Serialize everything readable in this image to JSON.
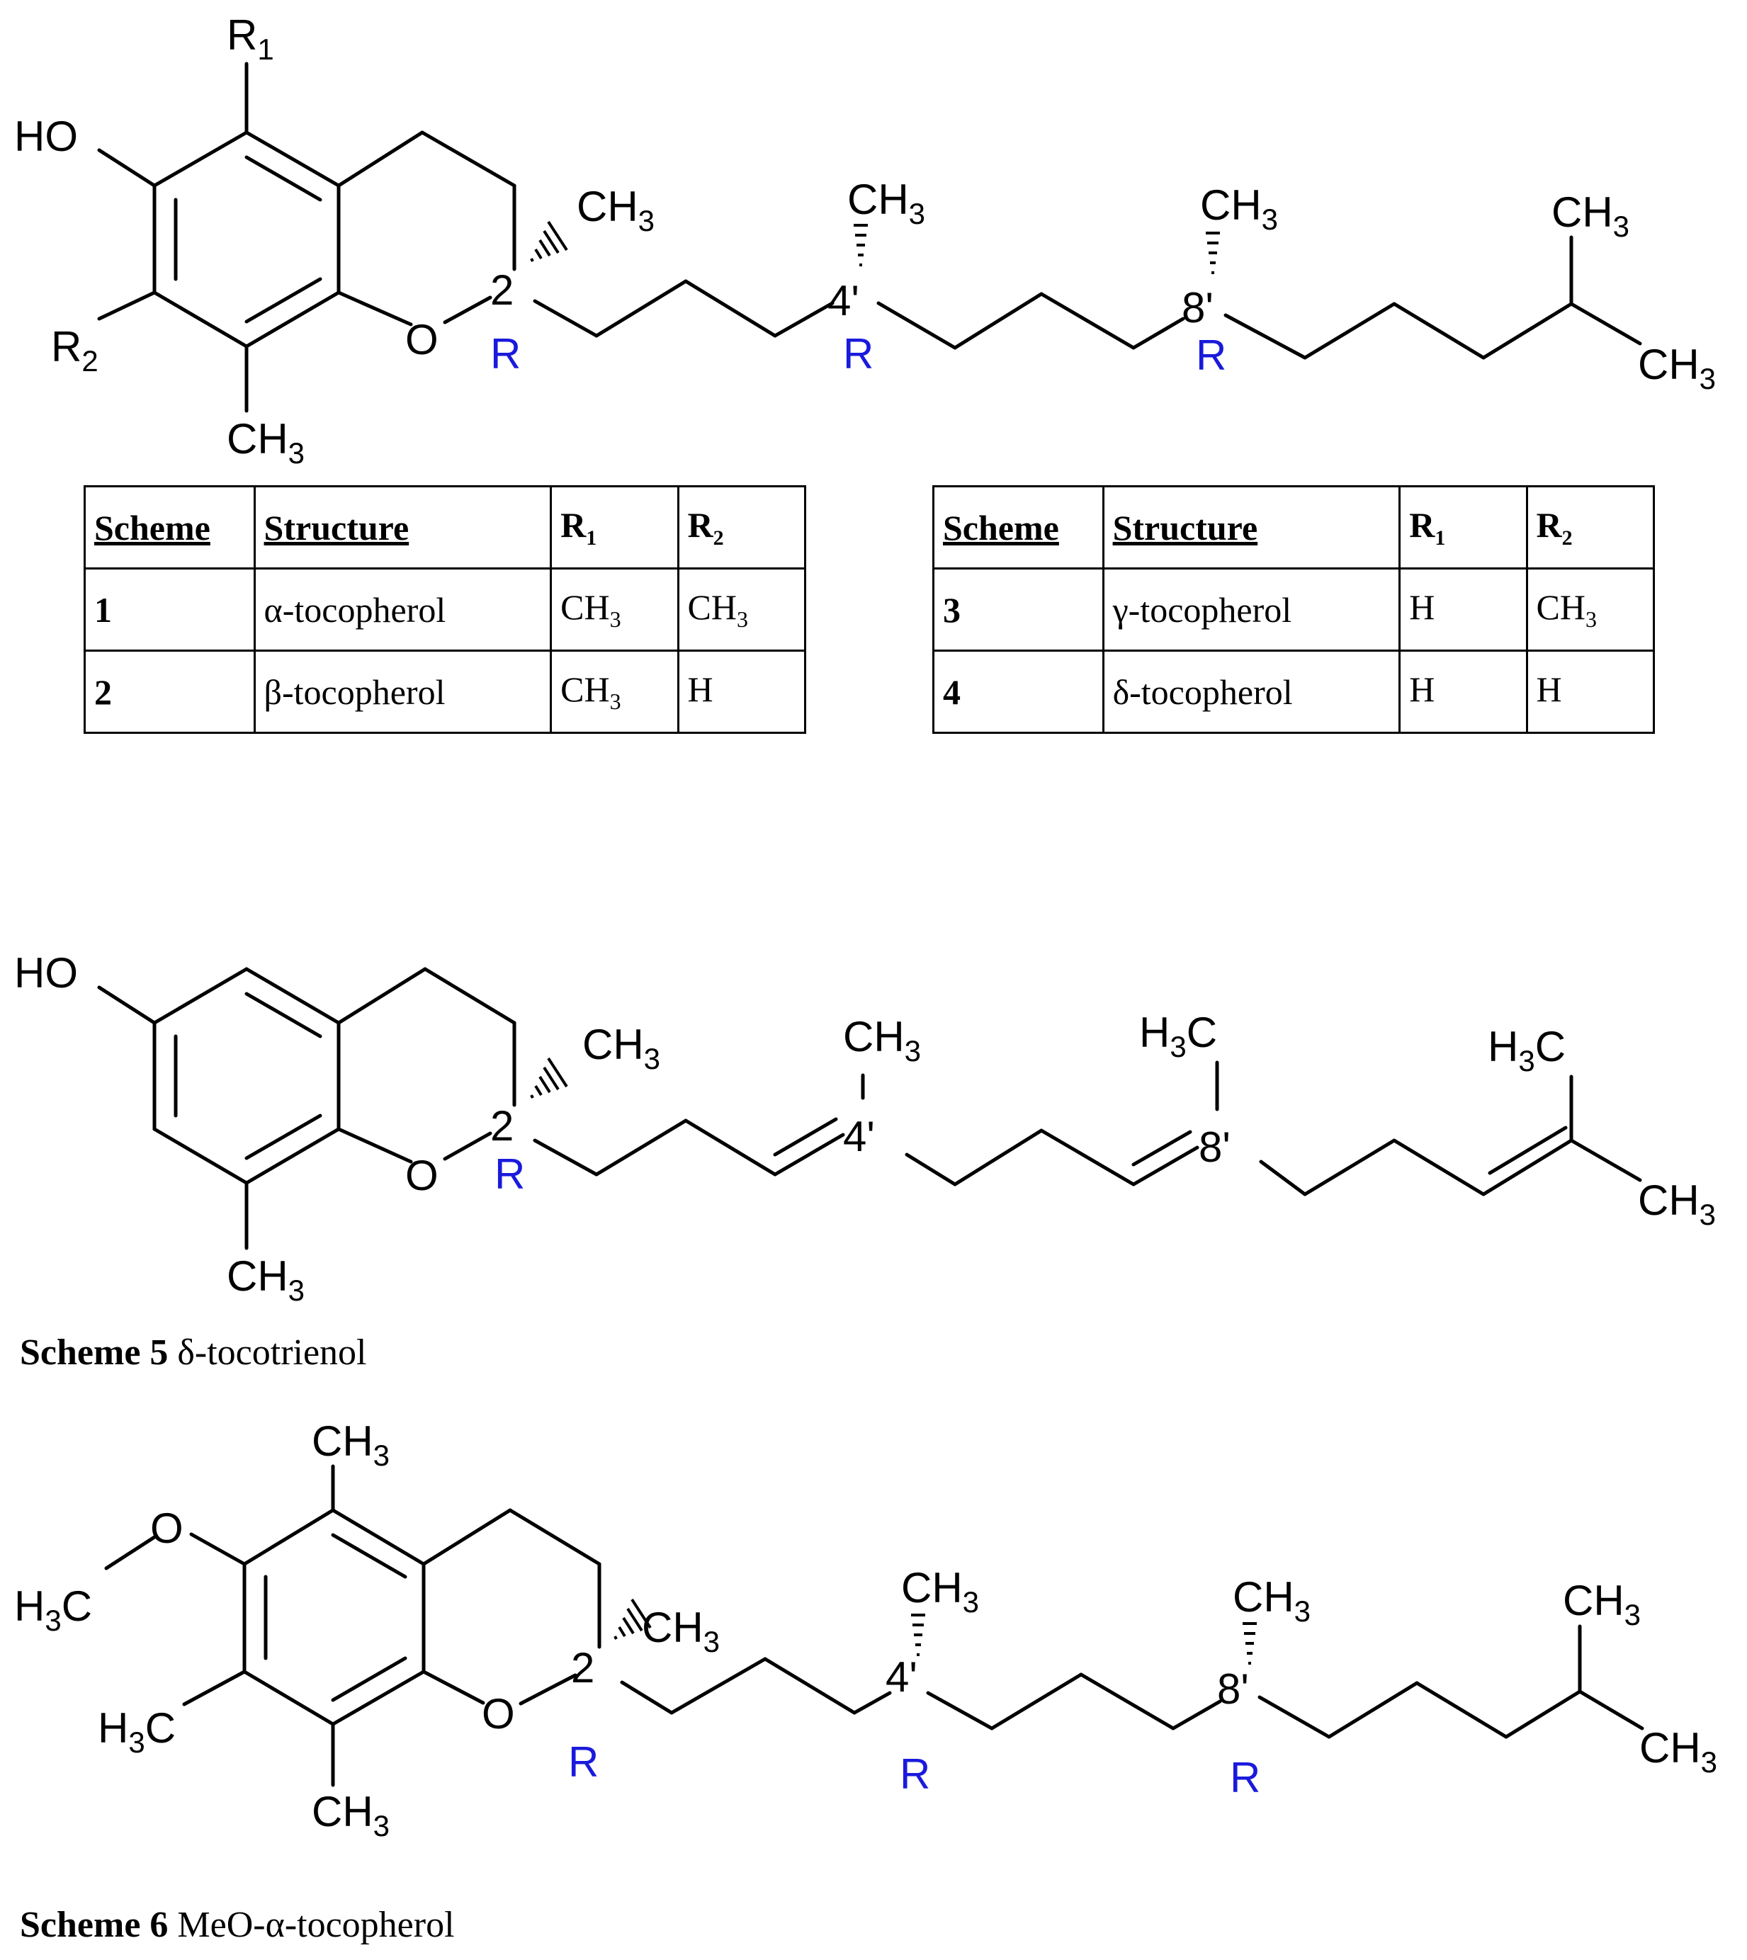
{
  "colors": {
    "ink": "#000000",
    "stereo": "#1a1adc"
  },
  "labels": {
    "ho": "HO",
    "o": "O",
    "r": "R",
    "r1": "R",
    "r1_sub": "1",
    "r2": "R",
    "r2_sub": "2",
    "ch": "CH",
    "three": "3",
    "h": "H",
    "c": "C",
    "pos2": "2",
    "pos4": "4'",
    "pos8": "8'"
  },
  "table_left": {
    "headers": [
      "Scheme",
      "Structure",
      "R",
      "R"
    ],
    "header_subs": [
      "",
      "",
      "1",
      "2"
    ],
    "rows": [
      {
        "scheme": "1",
        "structure": "α-tocopherol",
        "r1": "CH",
        "r1_sub": "3",
        "r2": "CH",
        "r2_sub": "3"
      },
      {
        "scheme": "2",
        "structure": "β-tocopherol",
        "r1": "CH",
        "r1_sub": "3",
        "r2": "H",
        "r2_sub": ""
      }
    ]
  },
  "table_right": {
    "headers": [
      "Scheme",
      "Structure",
      "R",
      "R"
    ],
    "header_subs": [
      "",
      "",
      "1",
      "2"
    ],
    "rows": [
      {
        "scheme": "3",
        "structure": "γ-tocopherol",
        "r1": "H",
        "r1_sub": "",
        "r2": "CH",
        "r2_sub": "3"
      },
      {
        "scheme": "4",
        "structure": "δ-tocopherol",
        "r1": "H",
        "r1_sub": "",
        "r2": "H",
        "r2_sub": ""
      }
    ]
  },
  "captions": {
    "scheme5": {
      "bold": "Scheme 5",
      "text": " δ-tocotrienol"
    },
    "scheme6": {
      "bold": "Scheme 6",
      "text": " MeO-α-tocopherol"
    }
  }
}
